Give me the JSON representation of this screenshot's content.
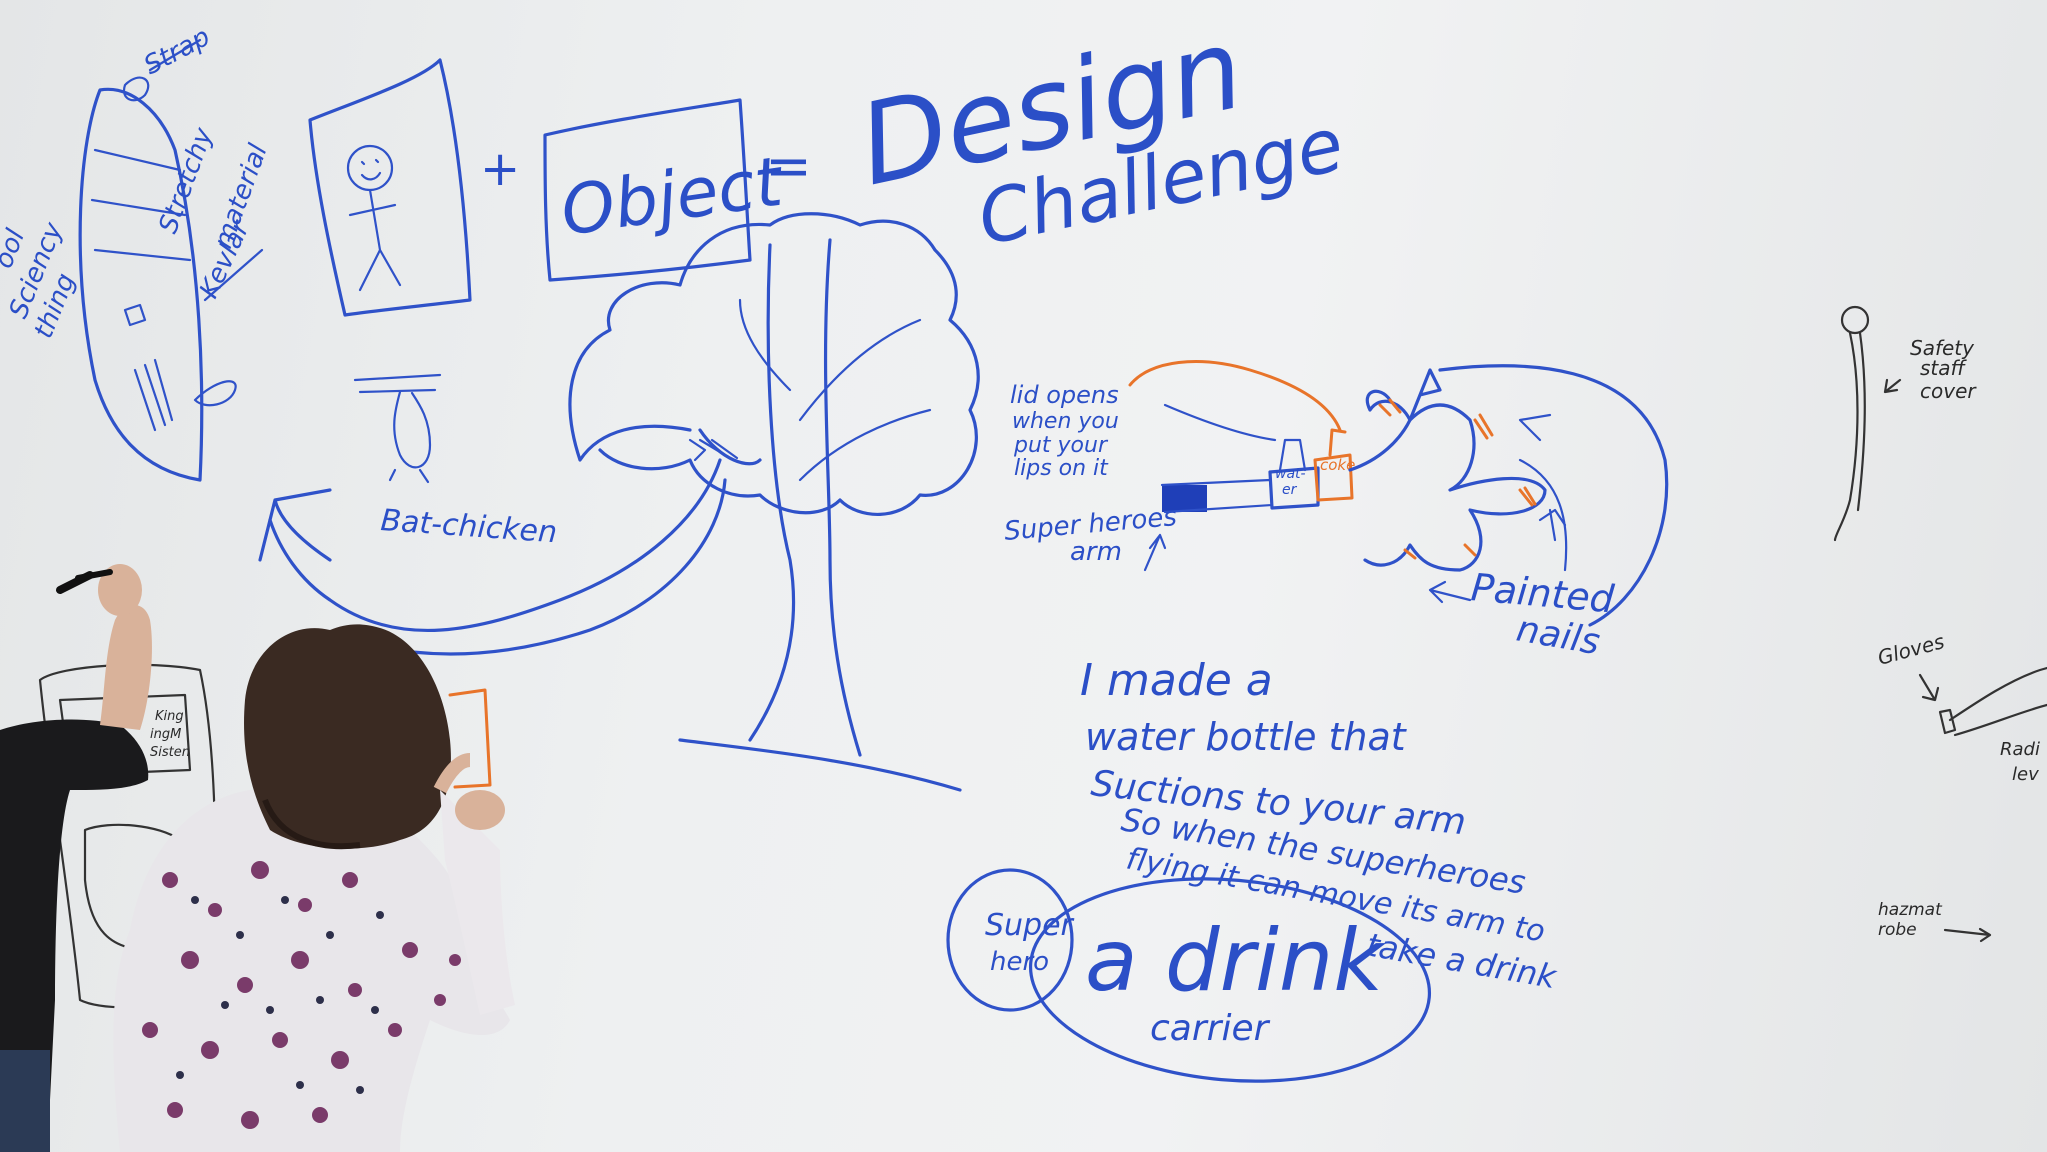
{
  "board": {
    "equation": {
      "plus": "+",
      "object": "Object",
      "equals": "=",
      "design": "Design",
      "challenge": "Challenge"
    },
    "left_notes": {
      "strap": "Strap",
      "stretchy": "Stretchy",
      "material": "material",
      "kevlar": "Kevlar",
      "cool": "ool",
      "sciency": "Sciency",
      "thing": "thing"
    },
    "bat_chicken": "Bat-chicken",
    "invention": {
      "lid_opens": [
        "lid opens",
        "when you",
        "put your",
        "lips on it"
      ],
      "water": [
        "wat-",
        "er"
      ],
      "coke": "coke",
      "super_heroes_arm": [
        "Super heroes",
        "arm"
      ],
      "painted_nails": [
        "Painted",
        "nails"
      ]
    },
    "description": [
      "I made a",
      "water bottle that",
      "Suctions to your arm",
      "So when the superheroes",
      "flying it can move its arm to",
      "take a drink"
    ],
    "bubbles": {
      "super_hero": [
        "Super",
        "hero"
      ],
      "a_drink": "a drink",
      "carrier": "carrier"
    },
    "right_notes": {
      "safety": [
        "Safety",
        "staff",
        "cover"
      ],
      "gloves": "Gloves",
      "radi": [
        "Radi",
        "lev"
      ],
      "hazmat": [
        "hazmat",
        "robe"
      ]
    },
    "small_card": [
      "King",
      "ingM",
      "Sisten"
    ]
  }
}
